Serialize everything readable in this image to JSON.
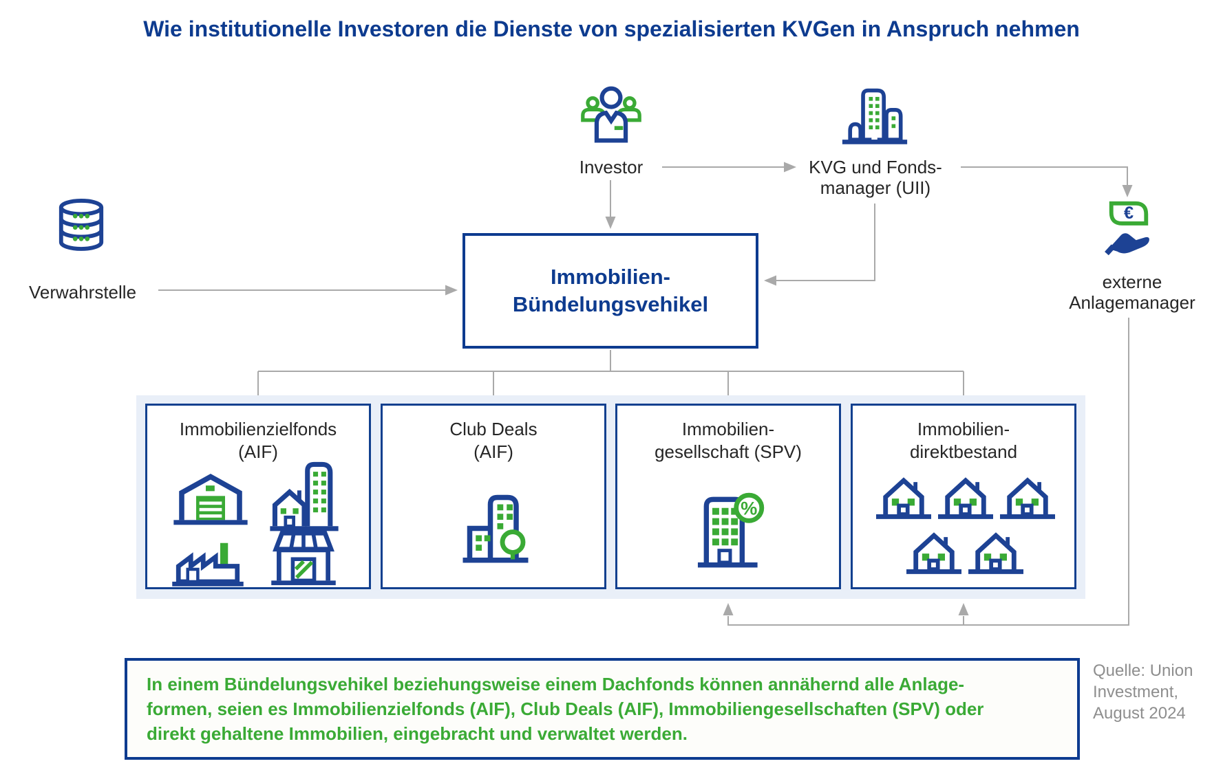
{
  "title": "Wie institutionelle Investoren die Dienste von spezialisierten KVGen in Anspruch nehmen",
  "nodes": {
    "investor": {
      "label": "Investor"
    },
    "kvg": {
      "line1": "KVG und Fonds-",
      "line2": "manager (UII)"
    },
    "verwahrstelle": {
      "label": "Verwahrstelle"
    },
    "externe_anlagemanager": {
      "line1": "externe",
      "line2": "Anlagemanager"
    },
    "buendelungsvehikel": {
      "line1": "Immobilien-",
      "line2": "Bündelungsvehikel"
    }
  },
  "vehicle_boxes": [
    {
      "line1": "Immobilienzielfonds",
      "line2": "(AIF)"
    },
    {
      "line1": "Club Deals",
      "line2": "(AIF)"
    },
    {
      "line1": "Immobilien-",
      "line2": "gesellschaft (SPV)"
    },
    {
      "line1": "Immobilien-",
      "line2": "direktbestand"
    }
  ],
  "note": {
    "line1": "In einem Bündelungsvehikel beziehungsweise einem Dachfonds können annähernd alle Anlage-",
    "line2": "formen, seien es Immobilienzielfonds (AIF), Club Deals (AIF), Immobiliengesellschaften (SPV) oder",
    "line3": "direkt gehaltene Immobilien, eingebracht und verwaltet werden."
  },
  "source": {
    "line1": "Quelle: Union",
    "line2": "Investment,",
    "line3": "August 2024"
  },
  "symbols": {
    "euro": "€",
    "percent": "%"
  },
  "colors": {
    "brand_blue": "#1d4294",
    "title_blue": "#0d3b8f",
    "brand_green": "#3aaa35",
    "arrow_gray": "#a9a9a9",
    "band_blue": "#e9eff8",
    "text_dark": "#262626",
    "source_gray": "#8e8e8e"
  }
}
